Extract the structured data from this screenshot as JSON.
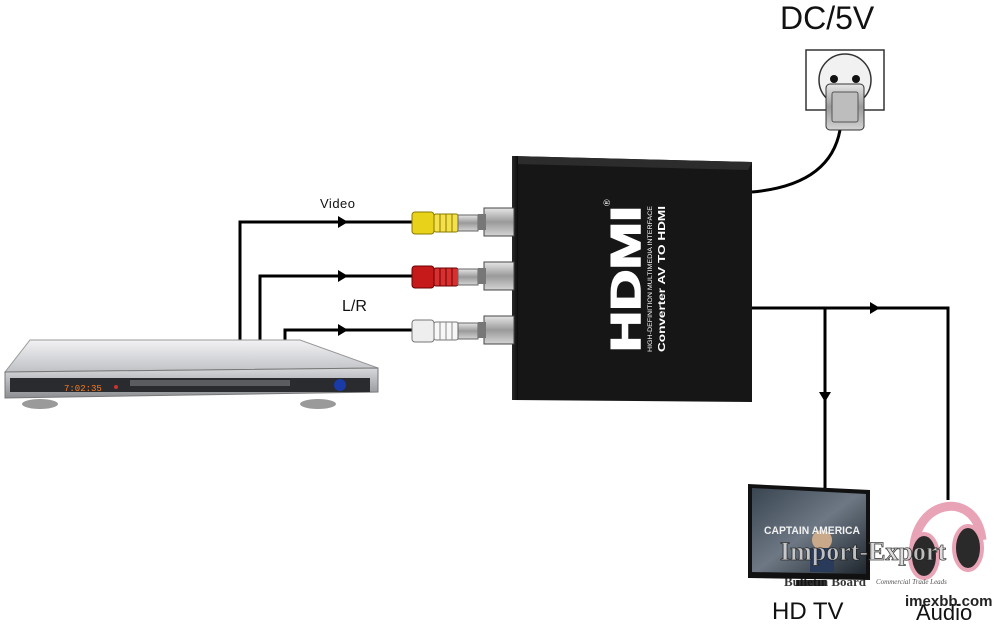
{
  "labels": {
    "video": "Video",
    "lr": "L/R",
    "power": "DC/5V",
    "tv": "HD TV",
    "audio": "Audio"
  },
  "converter": {
    "brand": "HDMI",
    "subtitle": "HIGH-DEFINITION MULTIMEDIA INTERFACE",
    "model": "Converter AV TO HDMI",
    "registered": "®"
  },
  "dvd": {
    "display": "7:02:35"
  },
  "tv": {
    "screen_text": "CAPTAIN AMERICA"
  },
  "watermark": {
    "line1": "Import-Export",
    "line2": "Bulletin Board",
    "line3": "Commercial Trade Leads",
    "site": "imexbb.com"
  },
  "colors": {
    "cable": "#000000",
    "yellow_plug": "#e8d21a",
    "red_plug": "#c61a1a",
    "white_plug": "#eeeeee",
    "converter_body": "#161616",
    "dvd_body": "#c8c9cc",
    "headphone": "#e9a3b6"
  }
}
